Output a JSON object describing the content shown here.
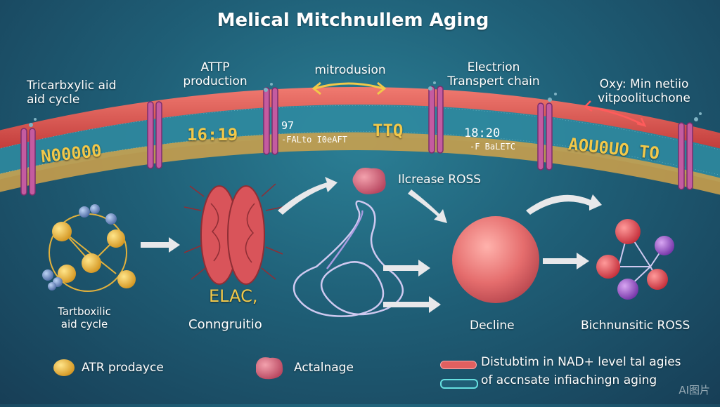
{
  "title": "Melical Mitchnullem Aging",
  "labels": {
    "tca_top": "Tricarbxylic aid\naid cycle",
    "atp_production": "ATTP\nproduction",
    "mitrodusion": "mitrodusion",
    "electron_transport": "Electrion\nTranspert chain",
    "oxy": "Oxy: Min netiio\nvitpoolituchone",
    "increase_ross": "Ilcrease ROSS",
    "tca_bottom": "Tartboxilic\naid cycle",
    "conjugation": "Conngruitio",
    "elac": "ELAC,",
    "decline": "Decline",
    "bichnunsitic": "Bichnunsitic ROSS"
  },
  "membrane_text": {
    "left_code": "N00000",
    "time1": "16:19",
    "val97": "97",
    "sub97": "-FALto I0eAFT",
    "ttq": "TTQ",
    "time2": "18:20",
    "sub2": "-F BaLETC",
    "right_code": "AOU0UO TO"
  },
  "legend": {
    "atr": "ATR prodayce",
    "actalnage": "Actalnage",
    "red_line": "Distubtim in NAD+ level tal agies",
    "cyan_line": "of accnsate infiachingn aging"
  },
  "watermark": "AI图片",
  "colors": {
    "membrane_red": "#d9534f",
    "protein_pink": "#c45ba0",
    "gold": "#f1c84a",
    "ros_red": "#e04848",
    "ros_purple": "#9b4fc1",
    "cyan_line": "#66e0e0"
  }
}
